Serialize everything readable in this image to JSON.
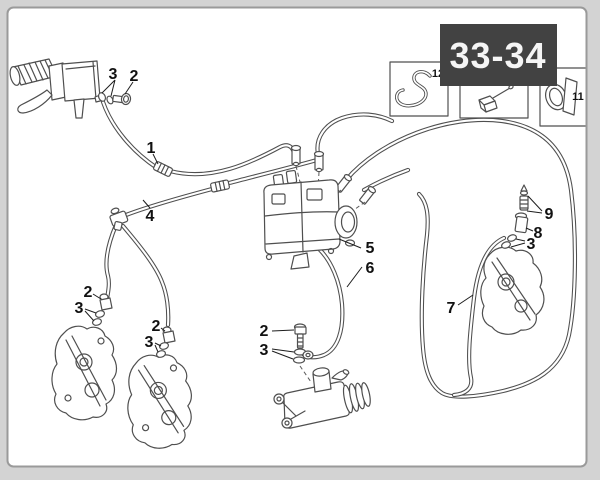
{
  "header": {
    "badge_label": "33-34"
  },
  "colors": {
    "page_bg": "#d3d3d3",
    "panel_bg": "#ffffff",
    "panel_border": "#9a9a9a",
    "badge_bg": "#424242",
    "badge_text": "#f5f5f5",
    "line_art": "#4f4f4f",
    "callout_text": "#111111"
  },
  "inset_boxes": {
    "box_left_label": "12",
    "box_right_label": "11"
  },
  "callouts": [
    {
      "text": "3"
    },
    {
      "text": "2"
    },
    {
      "text": "1"
    },
    {
      "text": "4"
    },
    {
      "text": "5"
    },
    {
      "text": "6"
    },
    {
      "text": "2"
    },
    {
      "text": "3"
    },
    {
      "text": "2"
    },
    {
      "text": "3"
    },
    {
      "text": "2"
    },
    {
      "text": "3"
    },
    {
      "text": "7"
    },
    {
      "text": "8"
    },
    {
      "text": "9"
    },
    {
      "text": "3"
    }
  ]
}
